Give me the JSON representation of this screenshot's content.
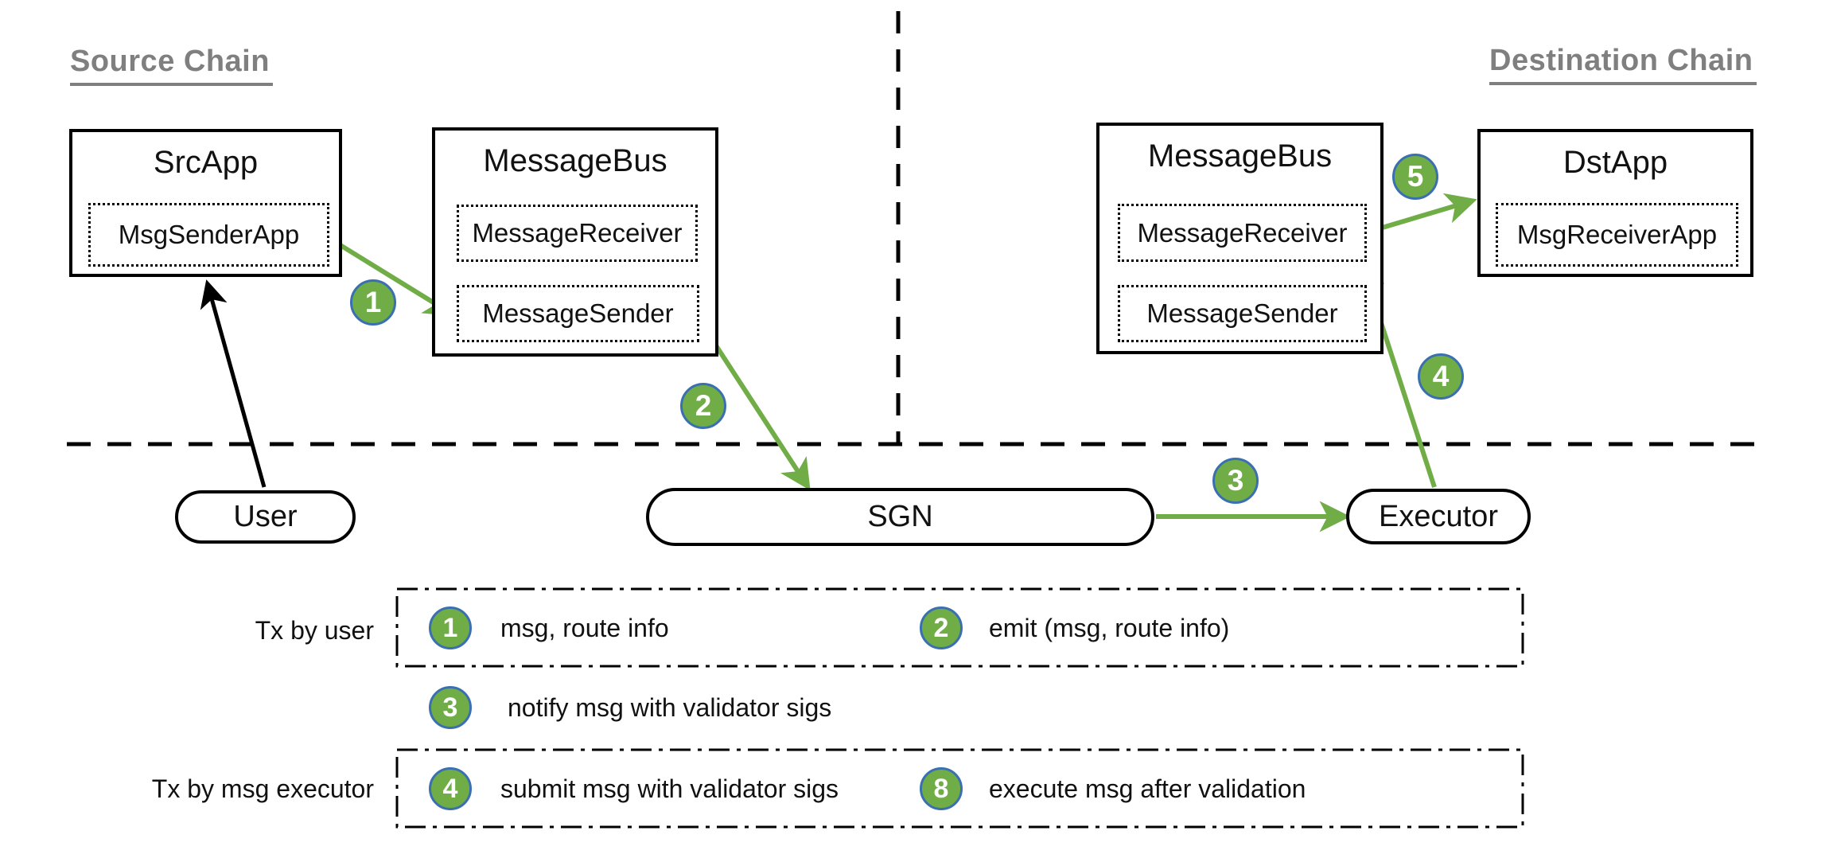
{
  "headings": {
    "source": "Source Chain",
    "destination": "Destination Chain"
  },
  "boxes": {
    "src_app": {
      "title": "SrcApp",
      "children": [
        "MsgSenderApp"
      ]
    },
    "message_bus_src": {
      "title": "MessageBus",
      "children": [
        "MessageReceiver",
        "MessageSender"
      ]
    },
    "message_bus_dst": {
      "title": "MessageBus",
      "children": [
        "MessageReceiver",
        "MessageSender"
      ]
    },
    "dst_app": {
      "title": "DstApp",
      "children": [
        "MsgReceiverApp"
      ]
    }
  },
  "pills": {
    "user": "User",
    "sgn": "SGN",
    "executor": "Executor"
  },
  "badges": {
    "b1": "1",
    "b2": "2",
    "b3": "3",
    "b4": "4",
    "b5": "5"
  },
  "legend": {
    "row1_label": "Tx by user",
    "row2_label": "Tx by msg executor",
    "items": [
      {
        "num": "1",
        "text": "msg, route info"
      },
      {
        "num": "2",
        "text": "emit (msg, route info)"
      },
      {
        "num": "3",
        "text": "notify msg with validator sigs"
      },
      {
        "num": "4",
        "text": "submit msg with validator sigs"
      },
      {
        "num": "8",
        "text": "execute msg after validation"
      }
    ]
  },
  "colors": {
    "badge_green": "#70ad47",
    "badge_border": "#3a6fb0",
    "arrow_green": "#70ad47",
    "heading_gray": "#7f7f7f",
    "line_black": "#000000"
  }
}
